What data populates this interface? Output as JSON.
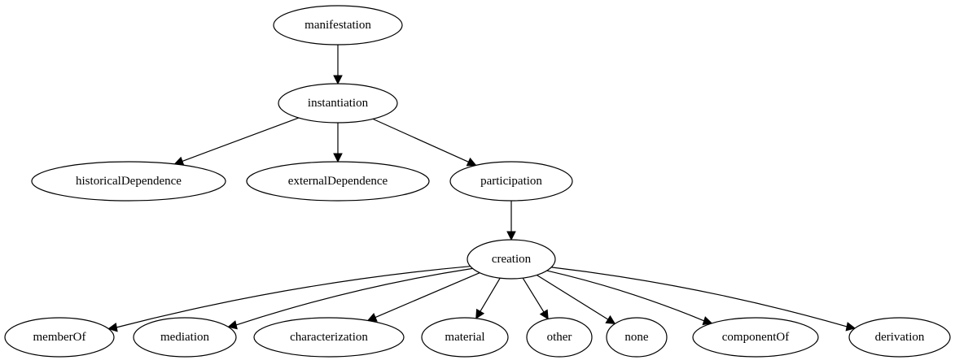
{
  "nodes": [
    {
      "id": "manifestation",
      "label": "manifestation"
    },
    {
      "id": "instantiation",
      "label": "instantiation"
    },
    {
      "id": "historicalDependence",
      "label": "historicalDependence"
    },
    {
      "id": "externalDependence",
      "label": "externalDependence"
    },
    {
      "id": "participation",
      "label": "participation"
    },
    {
      "id": "creation",
      "label": "creation"
    },
    {
      "id": "memberOf",
      "label": "memberOf"
    },
    {
      "id": "mediation",
      "label": "mediation"
    },
    {
      "id": "characterization",
      "label": "characterization"
    },
    {
      "id": "material",
      "label": "material"
    },
    {
      "id": "other",
      "label": "other"
    },
    {
      "id": "none",
      "label": "none"
    },
    {
      "id": "componentOf",
      "label": "componentOf"
    },
    {
      "id": "derivation",
      "label": "derivation"
    }
  ],
  "edges": [
    {
      "from": "manifestation",
      "to": "instantiation"
    },
    {
      "from": "instantiation",
      "to": "historicalDependence"
    },
    {
      "from": "instantiation",
      "to": "externalDependence"
    },
    {
      "from": "instantiation",
      "to": "participation"
    },
    {
      "from": "participation",
      "to": "creation"
    },
    {
      "from": "creation",
      "to": "memberOf"
    },
    {
      "from": "creation",
      "to": "mediation"
    },
    {
      "from": "creation",
      "to": "characterization"
    },
    {
      "from": "creation",
      "to": "material"
    },
    {
      "from": "creation",
      "to": "other"
    },
    {
      "from": "creation",
      "to": "none"
    },
    {
      "from": "creation",
      "to": "componentOf"
    },
    {
      "from": "creation",
      "to": "derivation"
    }
  ]
}
